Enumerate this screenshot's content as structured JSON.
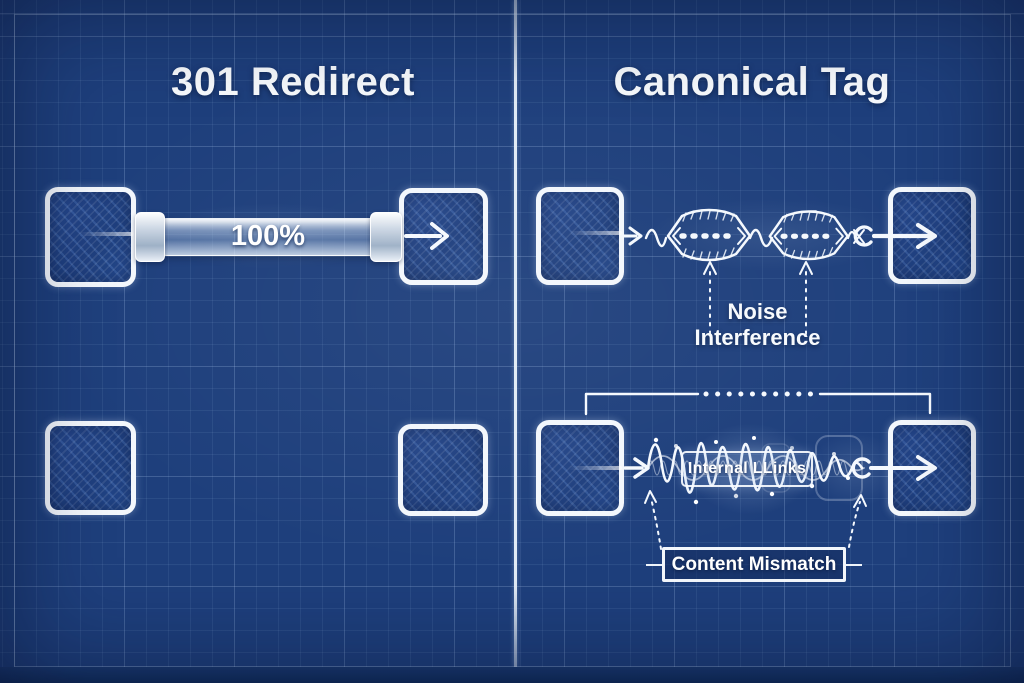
{
  "left_panel": {
    "title": "301 Redirect",
    "pipe": {
      "label": "100%"
    }
  },
  "right_panel": {
    "title": "Canonical Tag",
    "noise": {
      "line1": "Noise",
      "line2": "Interference"
    },
    "internal_links": {
      "label": "Internal LLinks"
    },
    "content_mismatch": {
      "label": "Content Mismatch"
    }
  },
  "colors": {
    "background": "#1e3f7c",
    "grid_line": "#4a6aa8",
    "ink": "#f5f9fe",
    "divider": "#ecf4fd"
  },
  "icons": {
    "flow-arrow-icon": "→",
    "signal-wave-icon": "∿",
    "noise-burst-icon": "hexagonal noise capsule",
    "crossed-signal-icon": "✕",
    "link-ring-icon": "○",
    "dashed-pointer-icon": "⇡",
    "bracket-dotted-icon": "⌐⋯¬"
  }
}
